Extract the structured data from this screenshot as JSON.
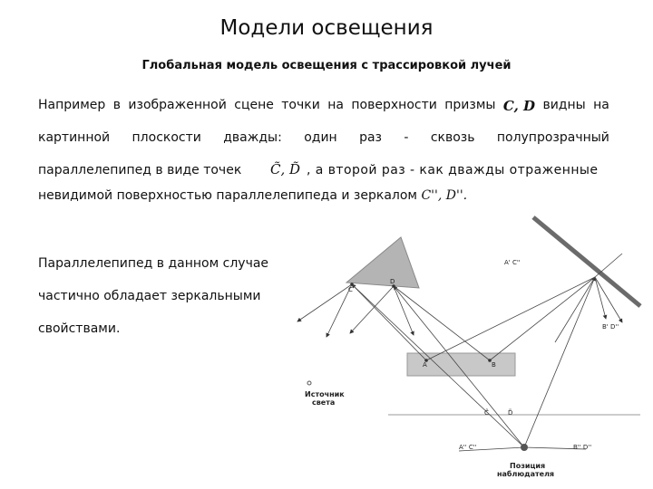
{
  "title": "Модели освещения",
  "subtitle": "Глобальная модель освещения с трассировкой лучей",
  "paragraph": {
    "line1_words": [
      "Например",
      "в",
      "изображенной",
      "сцене",
      "точки",
      "на",
      "поверхности",
      "призмы"
    ],
    "line1_math": "C, D",
    "line1_tail": [
      "видны",
      "на"
    ],
    "line2_words": [
      "картинной",
      "плоскости",
      "дважды:",
      "один",
      "раз",
      "-",
      "сквозь",
      "полупрозрачный"
    ],
    "line3_start": "параллелепипед в виде точек",
    "line3_math": "C̃, D̃",
    "line3_end": ", а второй раз - как дважды отраженные",
    "line4_start": "невидимой поверхностью параллелепипеда и зеркалом",
    "line4_math": "C'', D''."
  },
  "side_text": [
    "Параллелепипед в данном случае",
    "частично обладает зеркальными",
    "свойствами."
  ],
  "diagram_labels": {
    "c": "C",
    "d": "D",
    "a": "A",
    "b": "B",
    "a_prime_c_dblprime": "A' C''",
    "b_prime_d_dblprime": "B' D''",
    "c_tilde": "C̃",
    "d_tilde": "D̃",
    "a_dbl_c_dbl": "A'' C''",
    "b_dbl_d_dbl": "B'' D''",
    "light_source_1": "Источник",
    "light_source_2": "света",
    "observer_1": "Позиция",
    "observer_2": "наблюдателя"
  }
}
